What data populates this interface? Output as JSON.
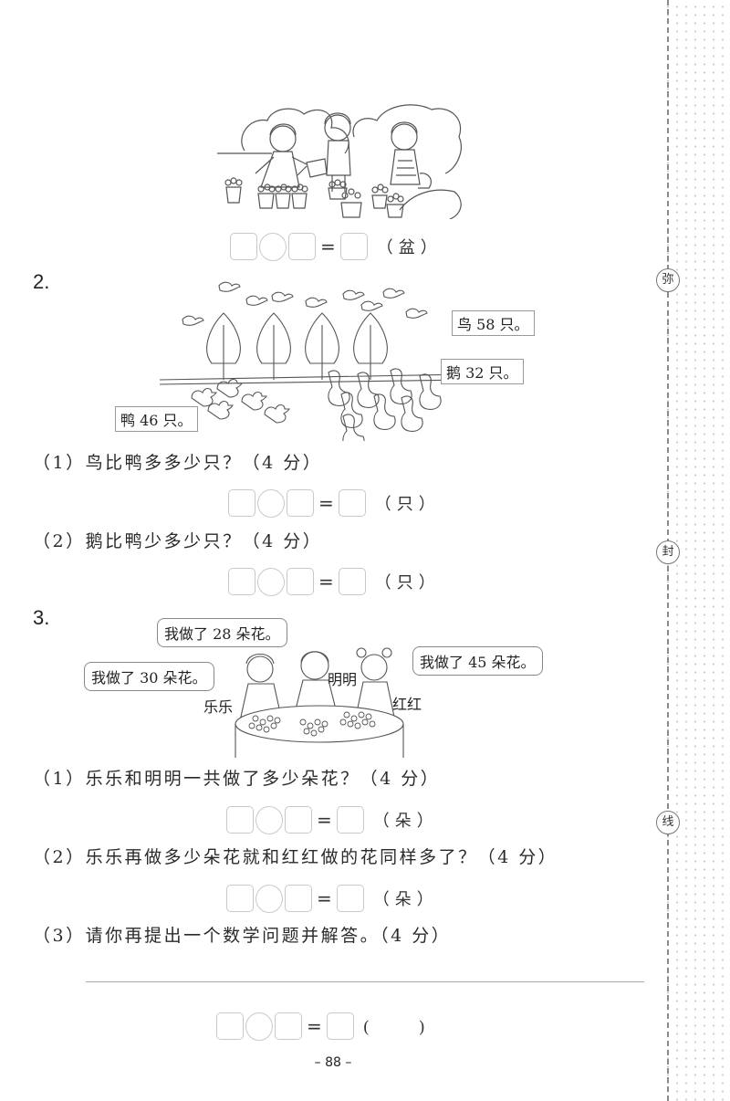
{
  "margin": {
    "seals": [
      "弥",
      "封",
      "线"
    ]
  },
  "problem1": {
    "equation": {
      "unit": "（盆）"
    }
  },
  "problem2": {
    "number": "2.",
    "labels": {
      "birds": "鸟 58 只。",
      "geese": "鹅 32 只。",
      "ducks": "鸭 46 只。"
    },
    "questions": [
      {
        "text": "（1）鸟比鸭多多少只？（4 分）",
        "unit": "（只）"
      },
      {
        "text": "（2）鹅比鸭少多少只？（4 分）",
        "unit": "（只）"
      }
    ]
  },
  "problem3": {
    "number": "3.",
    "bubbles": {
      "mingming": "我做了 28 朵花。",
      "lele": "我做了 30 朵花。",
      "honghong": "我做了 45 朵花。"
    },
    "names": {
      "lele": "乐乐",
      "mingming": "明明",
      "honghong": "红红"
    },
    "questions": [
      {
        "text": "（1）乐乐和明明一共做了多少朵花？（4 分）",
        "unit": "（朵）"
      },
      {
        "text": "（2）乐乐再做多少朵花就和红红做的花同样多了？（4 分）",
        "unit": "（朵）"
      },
      {
        "text": "（3）请你再提出一个数学问题并解答。（4 分）",
        "unit": "(　　　)"
      }
    ]
  },
  "footer": {
    "page_number": "– 88 –"
  }
}
